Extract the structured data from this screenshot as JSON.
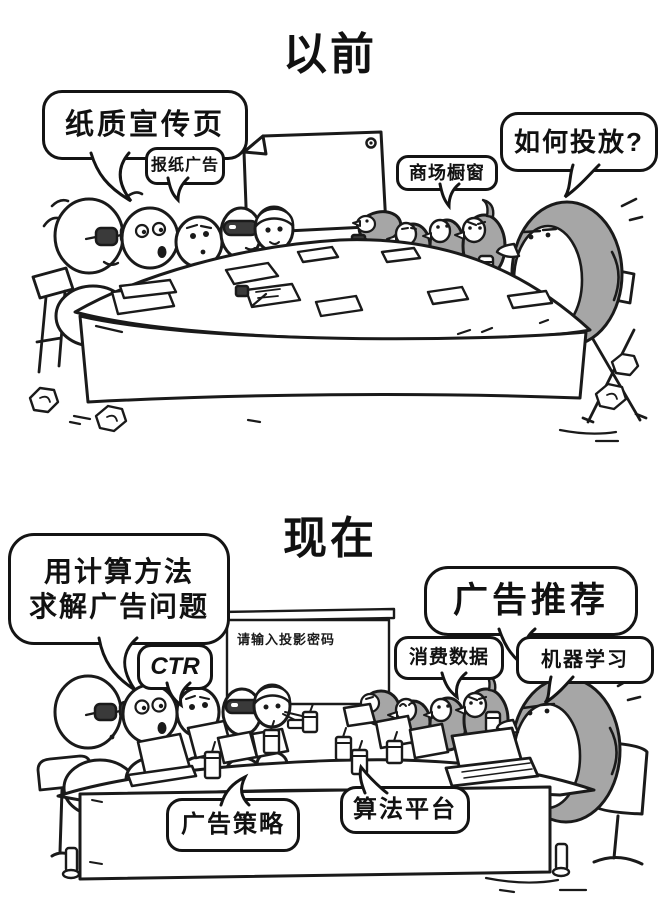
{
  "colors": {
    "background": "#ffffff",
    "ink": "#1a1a1a",
    "penguin_gray": "#a6a6a6",
    "dark_fill": "#3a3a3a"
  },
  "before": {
    "title": "以前",
    "bubbles": {
      "paper_flyer": "纸质宣传页",
      "newspaper_ad": "报纸广告",
      "mall_window": "商场橱窗",
      "how_to_place": "如何投放?"
    }
  },
  "now": {
    "title": "现在",
    "screen_text": "请输入投影密码",
    "bubbles": {
      "method_line1": "用计算方法",
      "method_line2": "求解广告问题",
      "ctr": "CTR",
      "ad_recommendation": "广告推荐",
      "consumption_data": "消费数据",
      "machine_learning": "机器学习",
      "ad_strategy": "广告策略",
      "algorithm_platform": "算法平台"
    }
  }
}
